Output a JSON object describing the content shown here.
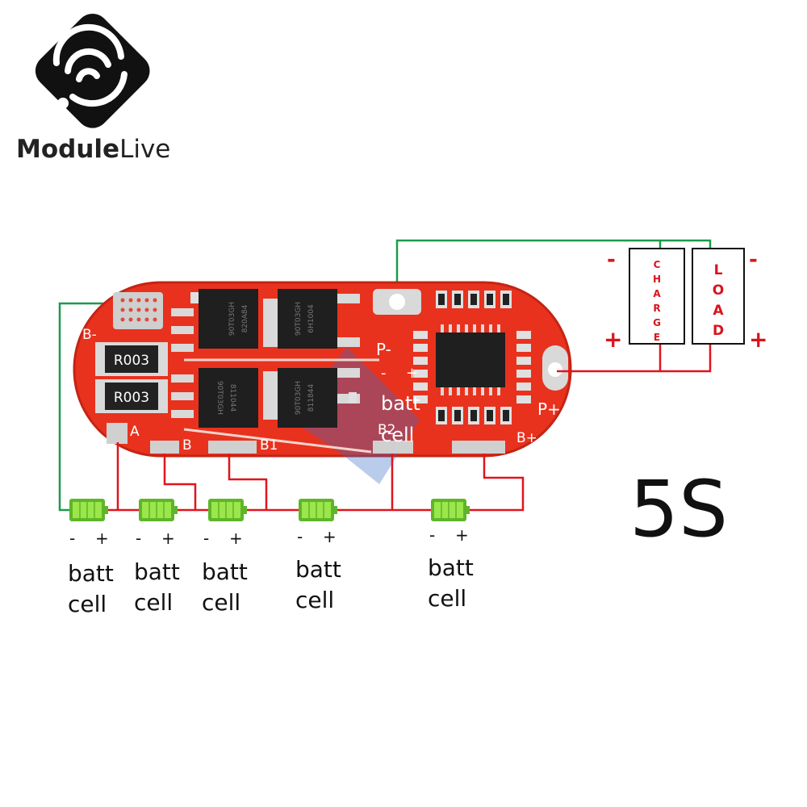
{
  "brand": {
    "name_bold": "Module",
    "name_light": "Live"
  },
  "title": "5S",
  "board": {
    "pins": [
      "B-",
      "A",
      "B",
      "B1",
      "B2",
      "B+",
      "P-",
      "P+"
    ],
    "resistor_labels": [
      "R003",
      "R003"
    ],
    "mosfet_labels": [
      "90T03GH",
      "820A84",
      "90T03GH",
      "6H1004",
      "90T03GH",
      "811044",
      "90T03GH",
      "811844"
    ]
  },
  "boxes": {
    "charge": {
      "letters": [
        "C",
        "H",
        "A",
        "R",
        "G",
        "E"
      ],
      "minus": "-",
      "plus": "+"
    },
    "load": {
      "letters": [
        "L",
        "O",
        "A",
        "D"
      ],
      "minus": "-",
      "plus": "+"
    }
  },
  "board_overlay": {
    "sign_minus": "-",
    "sign_plus": "+",
    "line1": "batt",
    "line2": "cell"
  },
  "cells": [
    {
      "minus": "-",
      "plus": "+",
      "line1": "batt",
      "line2": "cell"
    },
    {
      "minus": "-",
      "plus": "+",
      "line1": "batt",
      "line2": "cell"
    },
    {
      "minus": "-",
      "plus": "+",
      "line1": "batt",
      "line2": "cell"
    },
    {
      "minus": "-",
      "plus": "+",
      "line1": "batt",
      "line2": "cell"
    },
    {
      "minus": "-",
      "plus": "+",
      "line1": "batt",
      "line2": "cell"
    }
  ],
  "colors": {
    "board": "#e8321e",
    "board_edge": "#c42414",
    "wire_red": "#e0141e",
    "wire_green": "#1c9b4a",
    "battery": "#7ed320",
    "label_red": "#d8141e"
  }
}
